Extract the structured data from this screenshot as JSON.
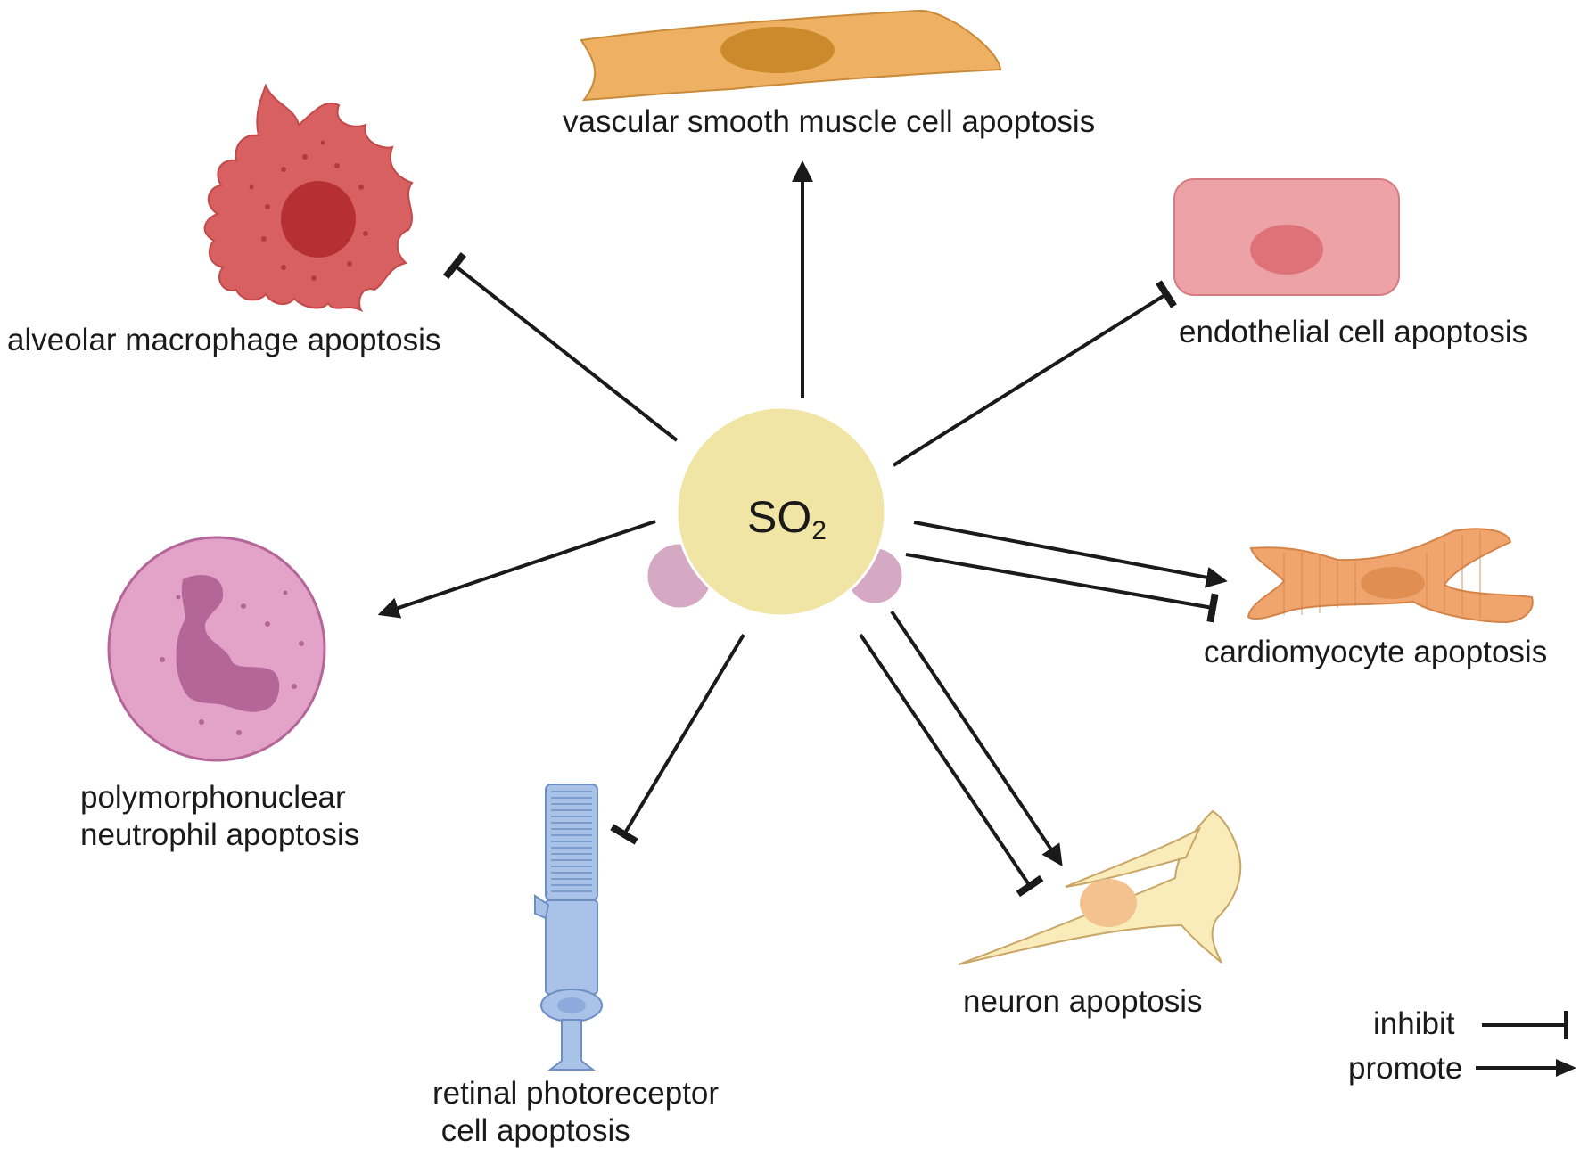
{
  "center": {
    "label": "SO",
    "subscript": "2"
  },
  "nodes": {
    "vsmc": {
      "label": "vascular smooth muscle cell  apoptosis",
      "effect": "promote"
    },
    "macrophage": {
      "label": "alveolar macrophage apoptosis",
      "effect": "inhibit"
    },
    "endothelial": {
      "label": "endothelial cell apoptosis",
      "effect": "inhibit"
    },
    "pmn": {
      "lines": [
        "polymorphonuclear",
        "neutrophil apoptosis"
      ],
      "effect": "promote"
    },
    "cardiomyocyte": {
      "label": "cardiomyocyte apoptosis",
      "effects": [
        "promote",
        "inhibit"
      ]
    },
    "neuron": {
      "label": "neuron apoptosis",
      "effects": [
        "inhibit",
        "promote"
      ]
    },
    "retina": {
      "lines": [
        "retinal photoreceptor",
        " cell apoptosis"
      ],
      "effect": "inhibit"
    }
  },
  "legend": {
    "inhibit": "inhibit",
    "promote": "promote"
  },
  "colors": {
    "center_fill": "#f1e5a6",
    "center_lobes": "#d5a8c4",
    "vsmc": "#eeb063",
    "vsmc_nucleus": "#cd8a2c",
    "macrophage": "#d96060",
    "macrophage_nucleus": "#b52f33",
    "endothelial": "#eca2a6",
    "endothelial_nucleus": "#dd7378",
    "neutrophil": "#e3a2c8",
    "neutrophil_nucleus": "#b56698",
    "cardiomyocyte": "#efa56d",
    "neuron": "#faebbb",
    "neuron_nucleus": "#f3c28e",
    "photoreceptor": "#a9c2e7",
    "photoreceptor_stroke": "#6e8fc6",
    "arrow": "#1a1a1a"
  }
}
